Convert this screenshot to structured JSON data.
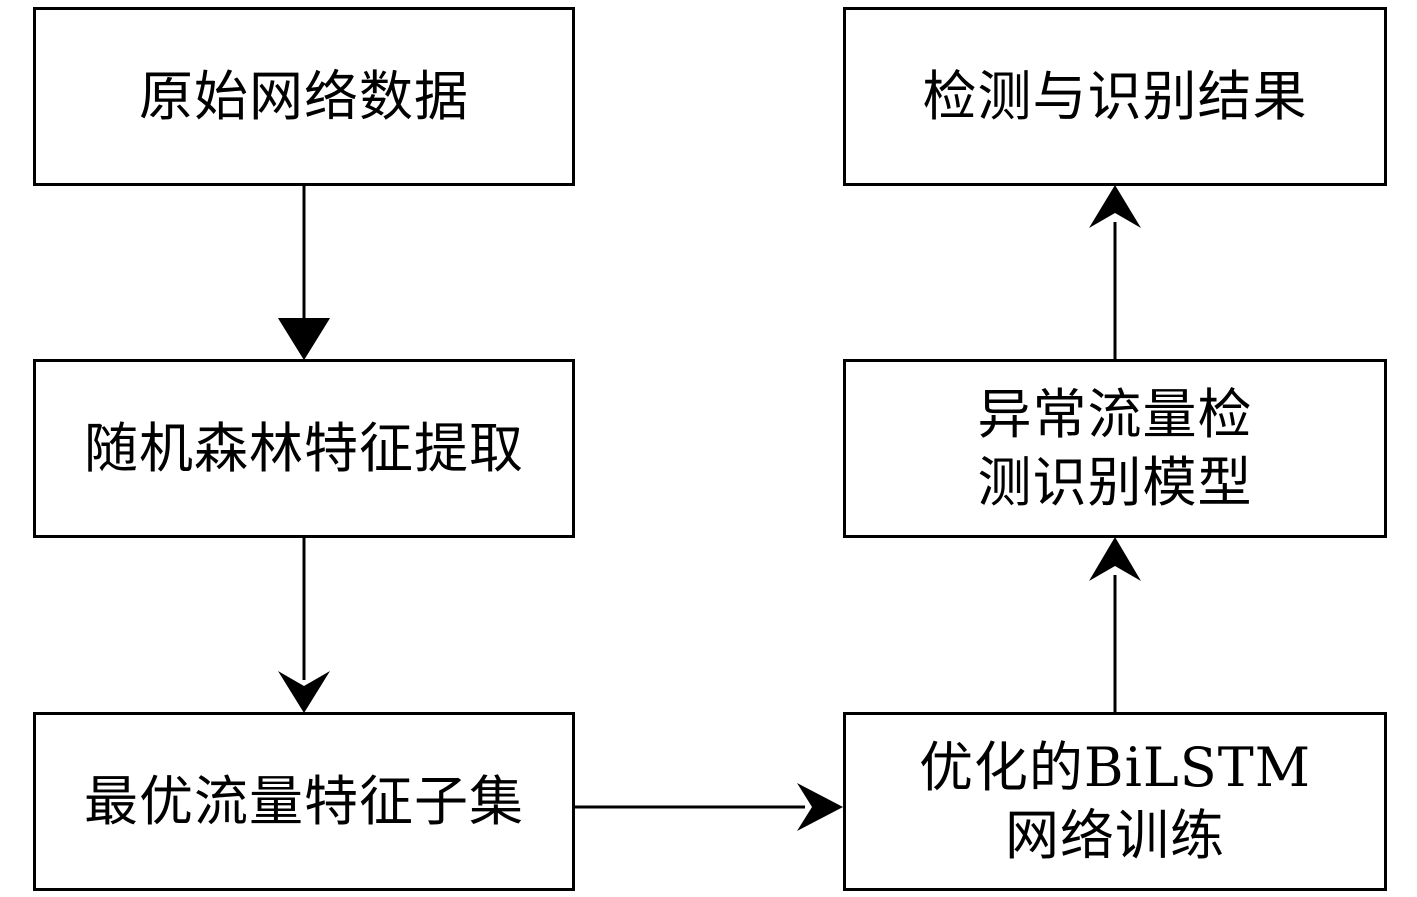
{
  "diagram": {
    "nodes": [
      {
        "id": "raw-data",
        "label": "原始网络数据"
      },
      {
        "id": "rf-feature-extraction",
        "label": "随机森林特征提取"
      },
      {
        "id": "optimal-feature-subset",
        "label": "最优流量特征子集"
      },
      {
        "id": "bilstm-training",
        "label": "优化的BiLSTM\n网络训练"
      },
      {
        "id": "anomaly-model",
        "label": "异常流量检\n测识别模型"
      },
      {
        "id": "detection-result",
        "label": "检测与识别结果"
      }
    ],
    "edges": [
      {
        "from": "raw-data",
        "to": "rf-feature-extraction"
      },
      {
        "from": "rf-feature-extraction",
        "to": "optimal-feature-subset"
      },
      {
        "from": "optimal-feature-subset",
        "to": "bilstm-training"
      },
      {
        "from": "bilstm-training",
        "to": "anomaly-model"
      },
      {
        "from": "anomaly-model",
        "to": "detection-result"
      }
    ]
  }
}
